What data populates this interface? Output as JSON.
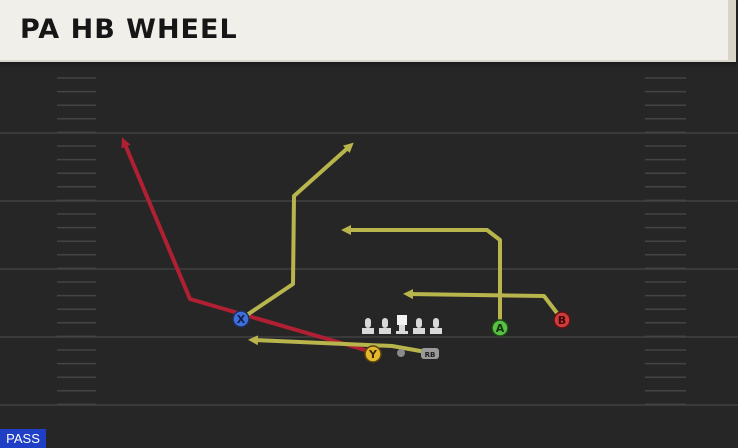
{
  "play": {
    "title": "PA HB WHEEL",
    "type_badge": "PASS"
  },
  "colors": {
    "field_bg": "#262626",
    "yard_line": "#3a3a3a",
    "hash": "#444444",
    "route_primary": "#b02032",
    "route_secondary": "#b9b54d",
    "badge_bg": "#1f3fc6",
    "lineman": "#d9d9d9"
  },
  "players": {
    "X": {
      "label": "X",
      "color": "#3f6fd8"
    },
    "Y": {
      "label": "Y",
      "color": "#e6b82e"
    },
    "A": {
      "label": "A",
      "color": "#58c044"
    },
    "B": {
      "label": "B",
      "color": "#d13a3a"
    },
    "RB": {
      "label": "RB",
      "color": "#9a9a9a"
    }
  }
}
